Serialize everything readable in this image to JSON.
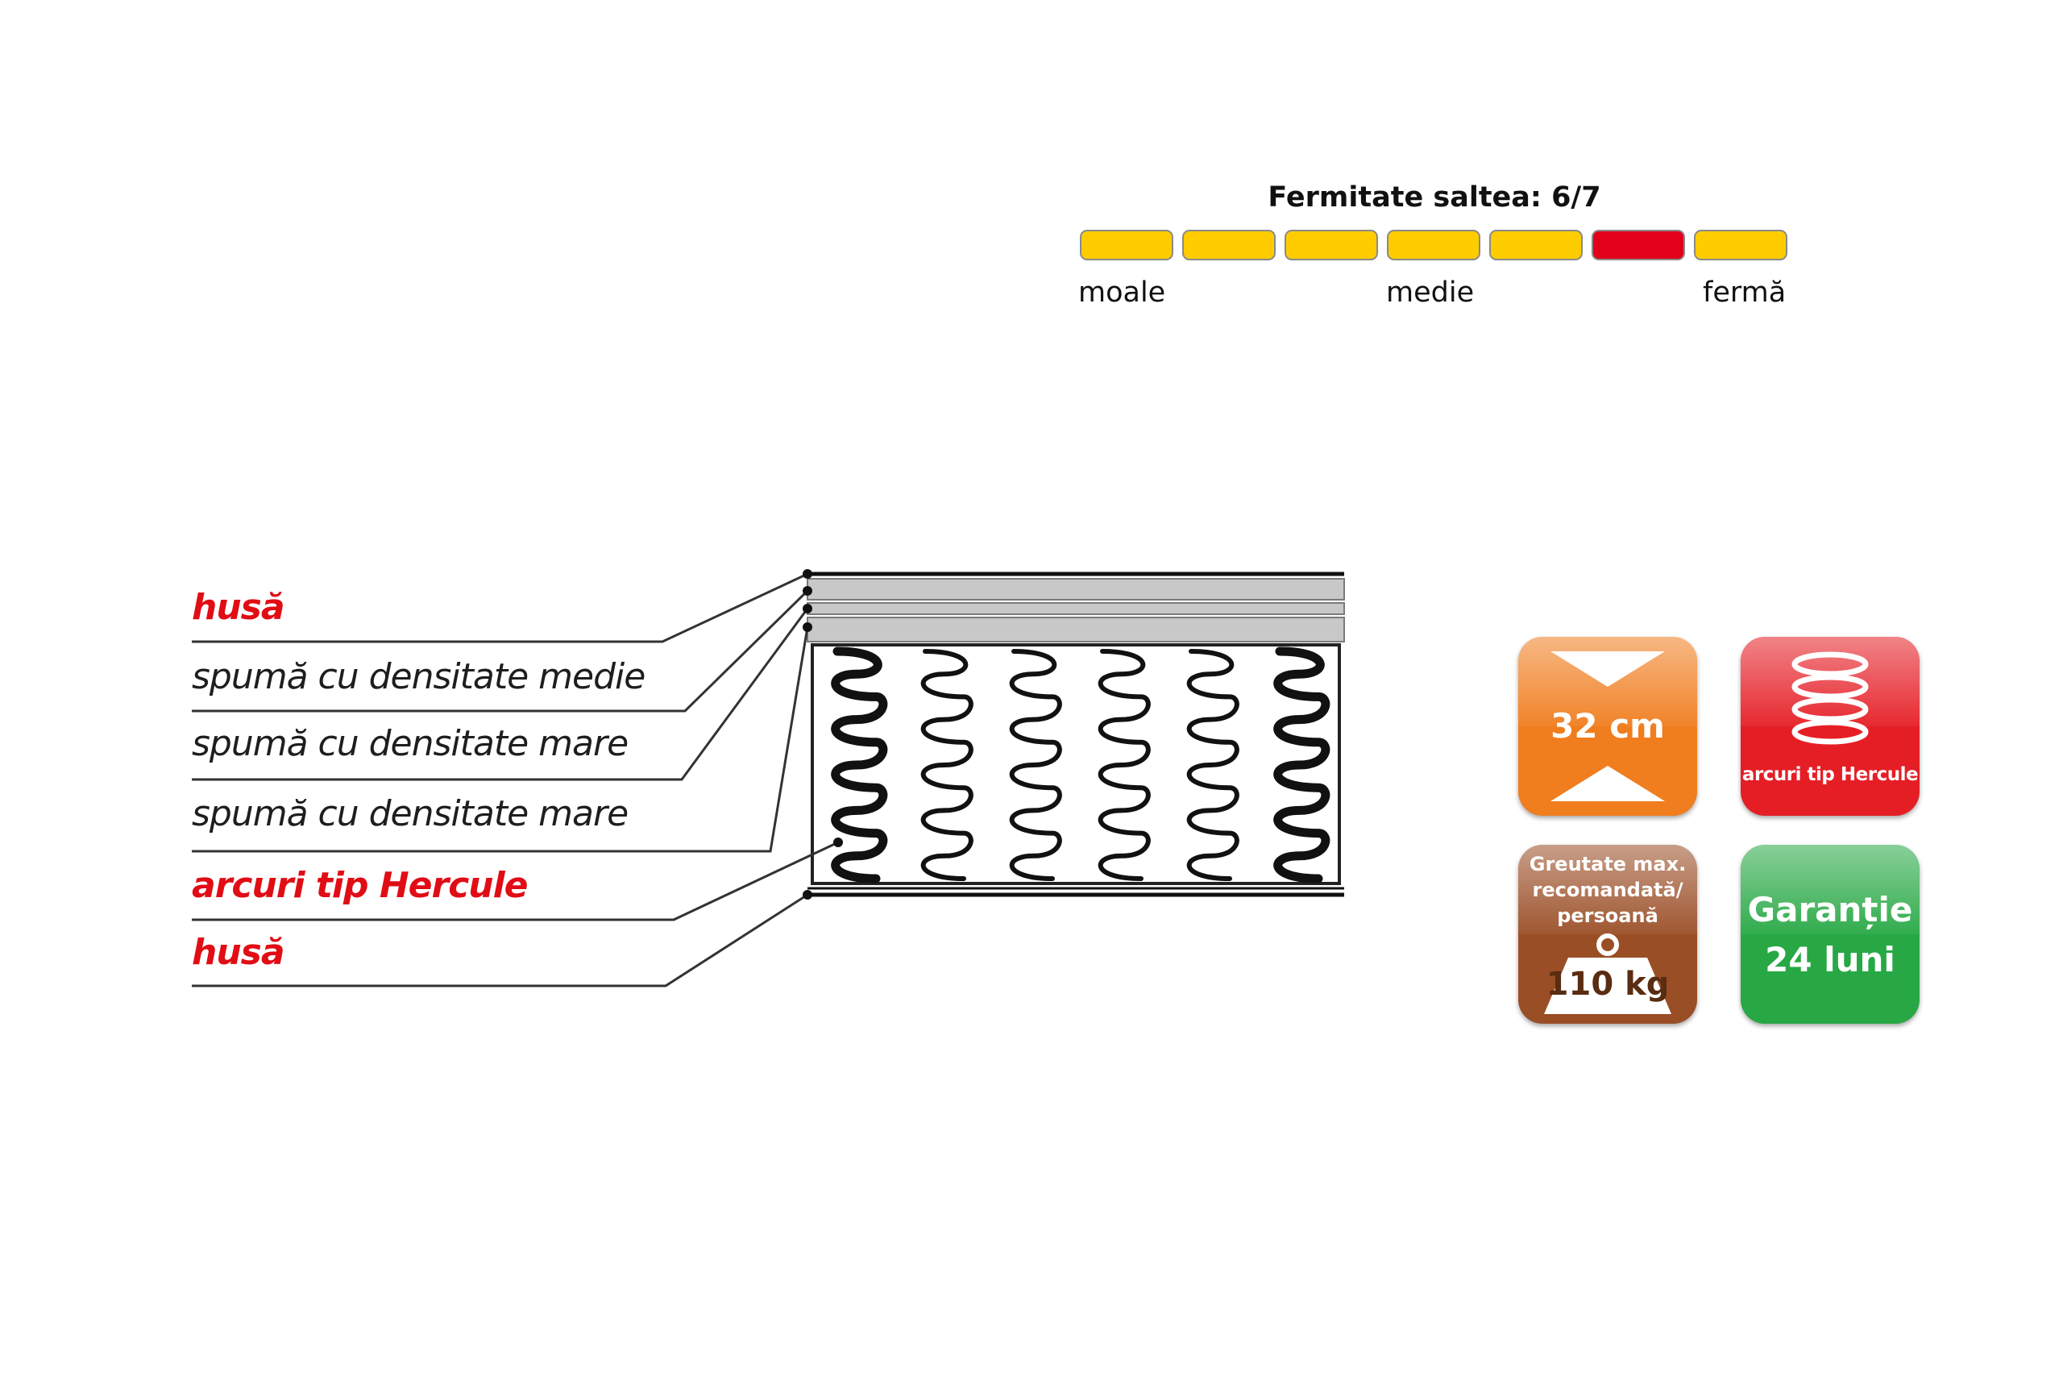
{
  "firmness": {
    "title": "Fermitate saltea: 6/7",
    "level": 6,
    "max": 7,
    "labels": {
      "soft": "moale",
      "medium": "medie",
      "firm": "fermă"
    },
    "colors": {
      "inactive": "#ffcc00",
      "active": "#e2001a"
    }
  },
  "layers": {
    "items": [
      {
        "label": "husă",
        "color": "red"
      },
      {
        "label": "spumă cu densitate medie",
        "color": "dark"
      },
      {
        "label": "spumă cu densitate mare",
        "color": "dark"
      },
      {
        "label": "spumă cu densitate mare",
        "color": "dark"
      },
      {
        "label": "arcuri tip Hercule",
        "color": "red"
      },
      {
        "label": "husă",
        "color": "red"
      }
    ]
  },
  "badges": {
    "height": {
      "text": "32 cm",
      "color": "#f07d1e"
    },
    "springs": {
      "text": "arcuri tip Hercule",
      "color": "#e51e25"
    },
    "weight": {
      "line1": "Greutate max.",
      "line2": "recomandată/",
      "line3": "persoană",
      "value": "110 kg",
      "color": "#9a4e26"
    },
    "warranty": {
      "line1": "Garanție",
      "line2": "24 luni",
      "color": "#27a844"
    }
  }
}
